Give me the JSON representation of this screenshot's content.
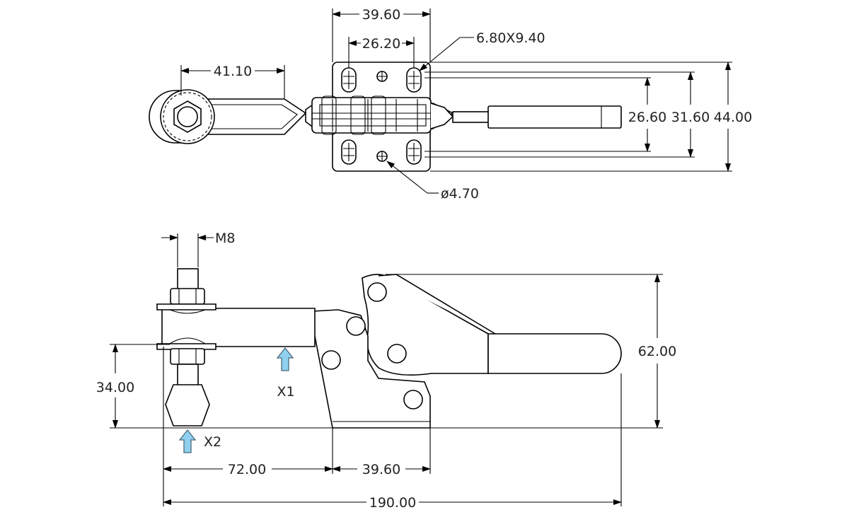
{
  "dimensions": {
    "top_width_outer": "39.60",
    "top_width_inner": "26.20",
    "slot_size": "6.80X9.40",
    "arm_length": "41.10",
    "height_inner": "26.60",
    "height_mid": "31.60",
    "height_outer": "44.00",
    "hole_dia": "ø4.70",
    "thread": "M8",
    "spindle_height": "34.00",
    "overall_height": "62.00",
    "spindle_to_base": "72.00",
    "base_length": "39.60",
    "overall_length": "190.00"
  },
  "force_labels": {
    "x1": "X1",
    "x2": "X2"
  },
  "colors": {
    "line": "#000000",
    "force_arrow": "#8fd0f0"
  }
}
